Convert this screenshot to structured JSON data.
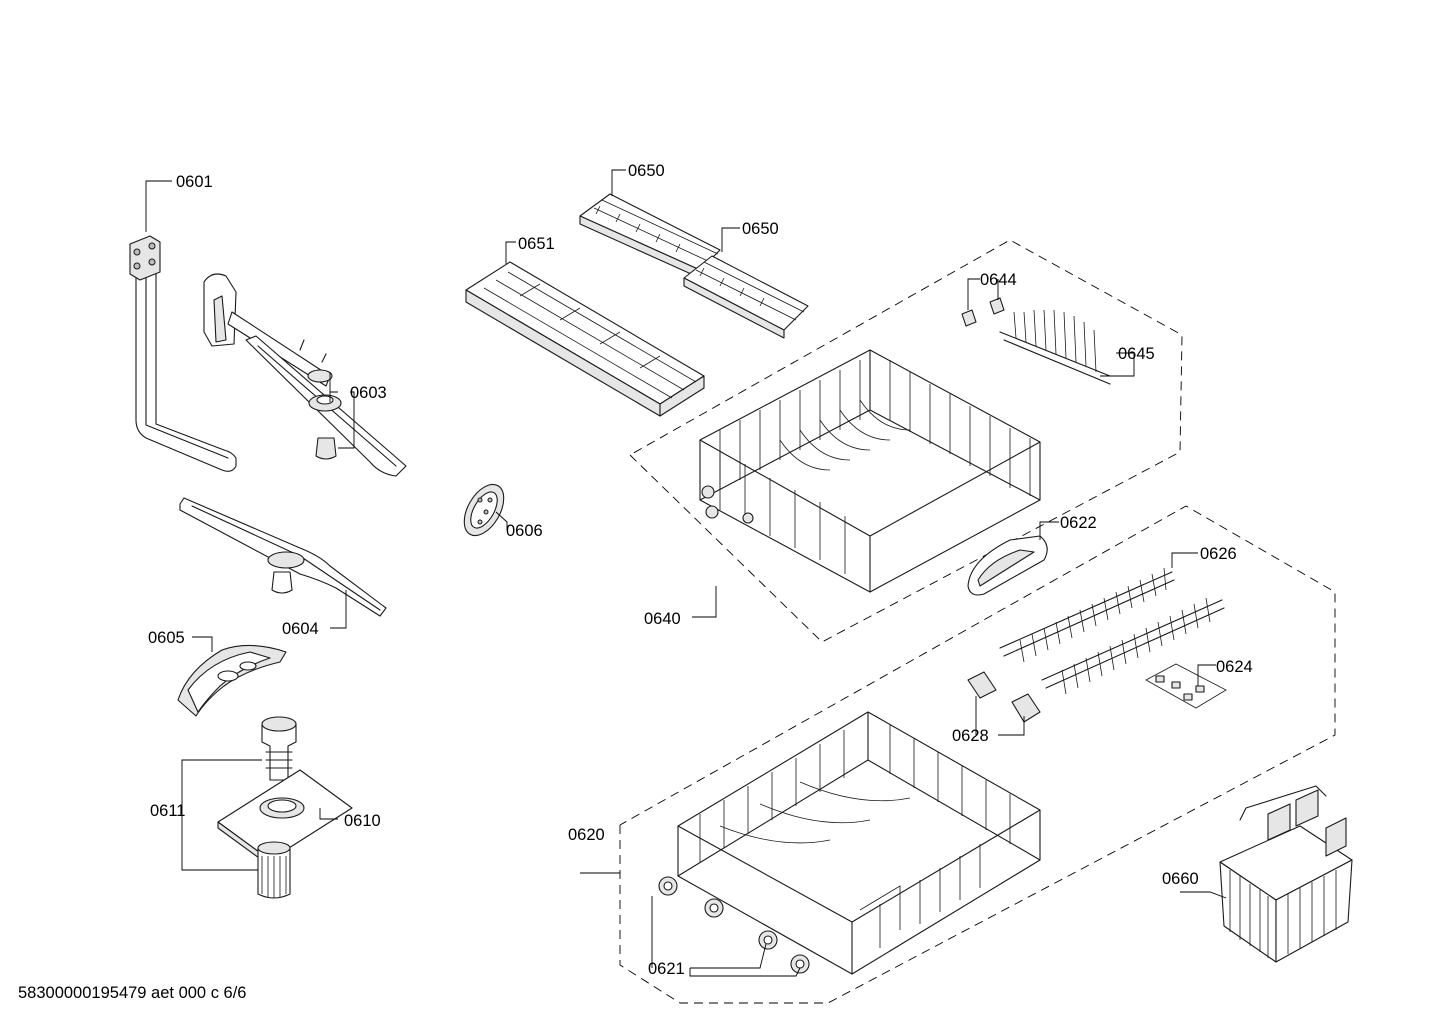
{
  "labels": {
    "p0601": "0601",
    "p0603": "0603",
    "p0604": "0604",
    "p0605": "0605",
    "p0606": "0606",
    "p0610": "0610",
    "p0611": "0611",
    "p0620": "0620",
    "p0621": "0621",
    "p0622": "0622",
    "p0624": "0624",
    "p0626": "0626",
    "p0628": "0628",
    "p0640": "0640",
    "p0644": "0644",
    "p0645": "0645",
    "p0650a": "0650",
    "p0650b": "0650",
    "p0651": "0651",
    "p0660": "0660"
  },
  "footer": "58300000195479 aet 000 c 6/6"
}
